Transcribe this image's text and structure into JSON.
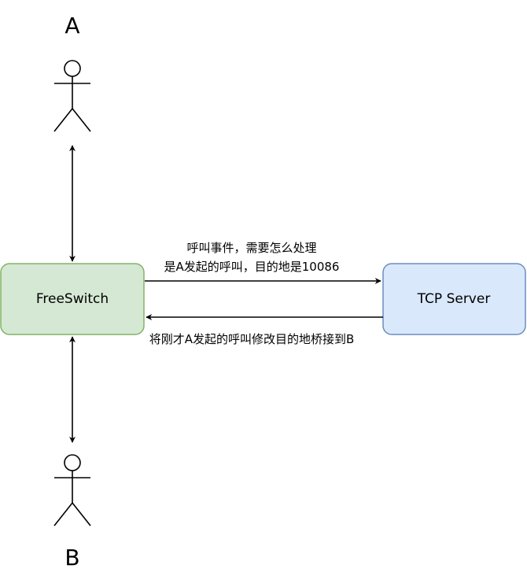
{
  "actors": {
    "top": {
      "label": "A"
    },
    "bottom": {
      "label": "B"
    }
  },
  "nodes": {
    "freeswitch": {
      "label": "FreeSwitch",
      "fill": "#d5e8d4",
      "stroke": "#82b366"
    },
    "tcp_server": {
      "label": "TCP Server",
      "fill": "#dae8fc",
      "stroke": "#6c8ebf"
    }
  },
  "edges": {
    "request": {
      "line1": "呼叫事件，需要怎么处理",
      "line2": "是A发起的呼叫，目的地是10086"
    },
    "response": {
      "line1": "将刚才A发起的呼叫修改目的地桥接到B"
    }
  }
}
